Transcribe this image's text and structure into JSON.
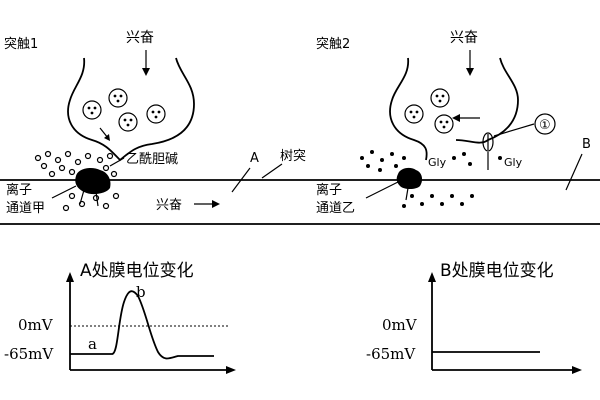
{
  "synapse1": {
    "title": "突触1",
    "excitation_top": "兴奋",
    "neurotransmitter": "乙酰胆碱",
    "channel_line1": "离子",
    "channel_line2": "通道甲",
    "point": "A",
    "dendrite": "树突"
  },
  "synapse2": {
    "title": "突触2",
    "excitation_top": "兴奋",
    "marker": "①",
    "gly1": "Gly",
    "gly2": "Gly",
    "channel_line1": "离子",
    "channel_line2": "通道乙",
    "point": "B"
  },
  "axon_excitation": "兴奋",
  "graphA": {
    "title": "A处膜电位变化",
    "label_zero": "0mV",
    "label_rest": "-65mV",
    "point_a": "a",
    "point_b": "b",
    "y_levels_mV": [
      0,
      -65
    ]
  },
  "graphB": {
    "title": "B处膜电位变化",
    "label_zero": "0mV",
    "label_rest": "-65mV",
    "y_levels_mV": [
      0,
      -65
    ]
  }
}
